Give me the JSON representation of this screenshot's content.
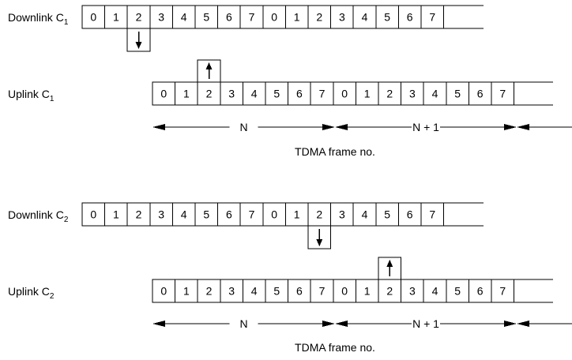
{
  "diagram": {
    "slots": [
      "0",
      "1",
      "2",
      "3",
      "4",
      "5",
      "6",
      "7",
      "0",
      "1",
      "2",
      "3",
      "4",
      "5",
      "6",
      "7"
    ],
    "blocks": [
      {
        "downlink": {
          "label": "Downlink C",
          "subscript": "1",
          "active_slot_index": 2
        },
        "uplink": {
          "label": "Uplink C",
          "subscript": "1",
          "active_slot_index": 2
        },
        "frame_labels": [
          "N",
          "N + 1"
        ],
        "caption": "TDMA frame no."
      },
      {
        "downlink": {
          "label": "Downlink C",
          "subscript": "2",
          "active_slot_index": 10
        },
        "uplink": {
          "label": "Uplink C",
          "subscript": "2",
          "active_slot_index": 10
        },
        "frame_labels": [
          "N",
          "N + 1"
        ],
        "caption": "TDMA frame no."
      }
    ]
  }
}
